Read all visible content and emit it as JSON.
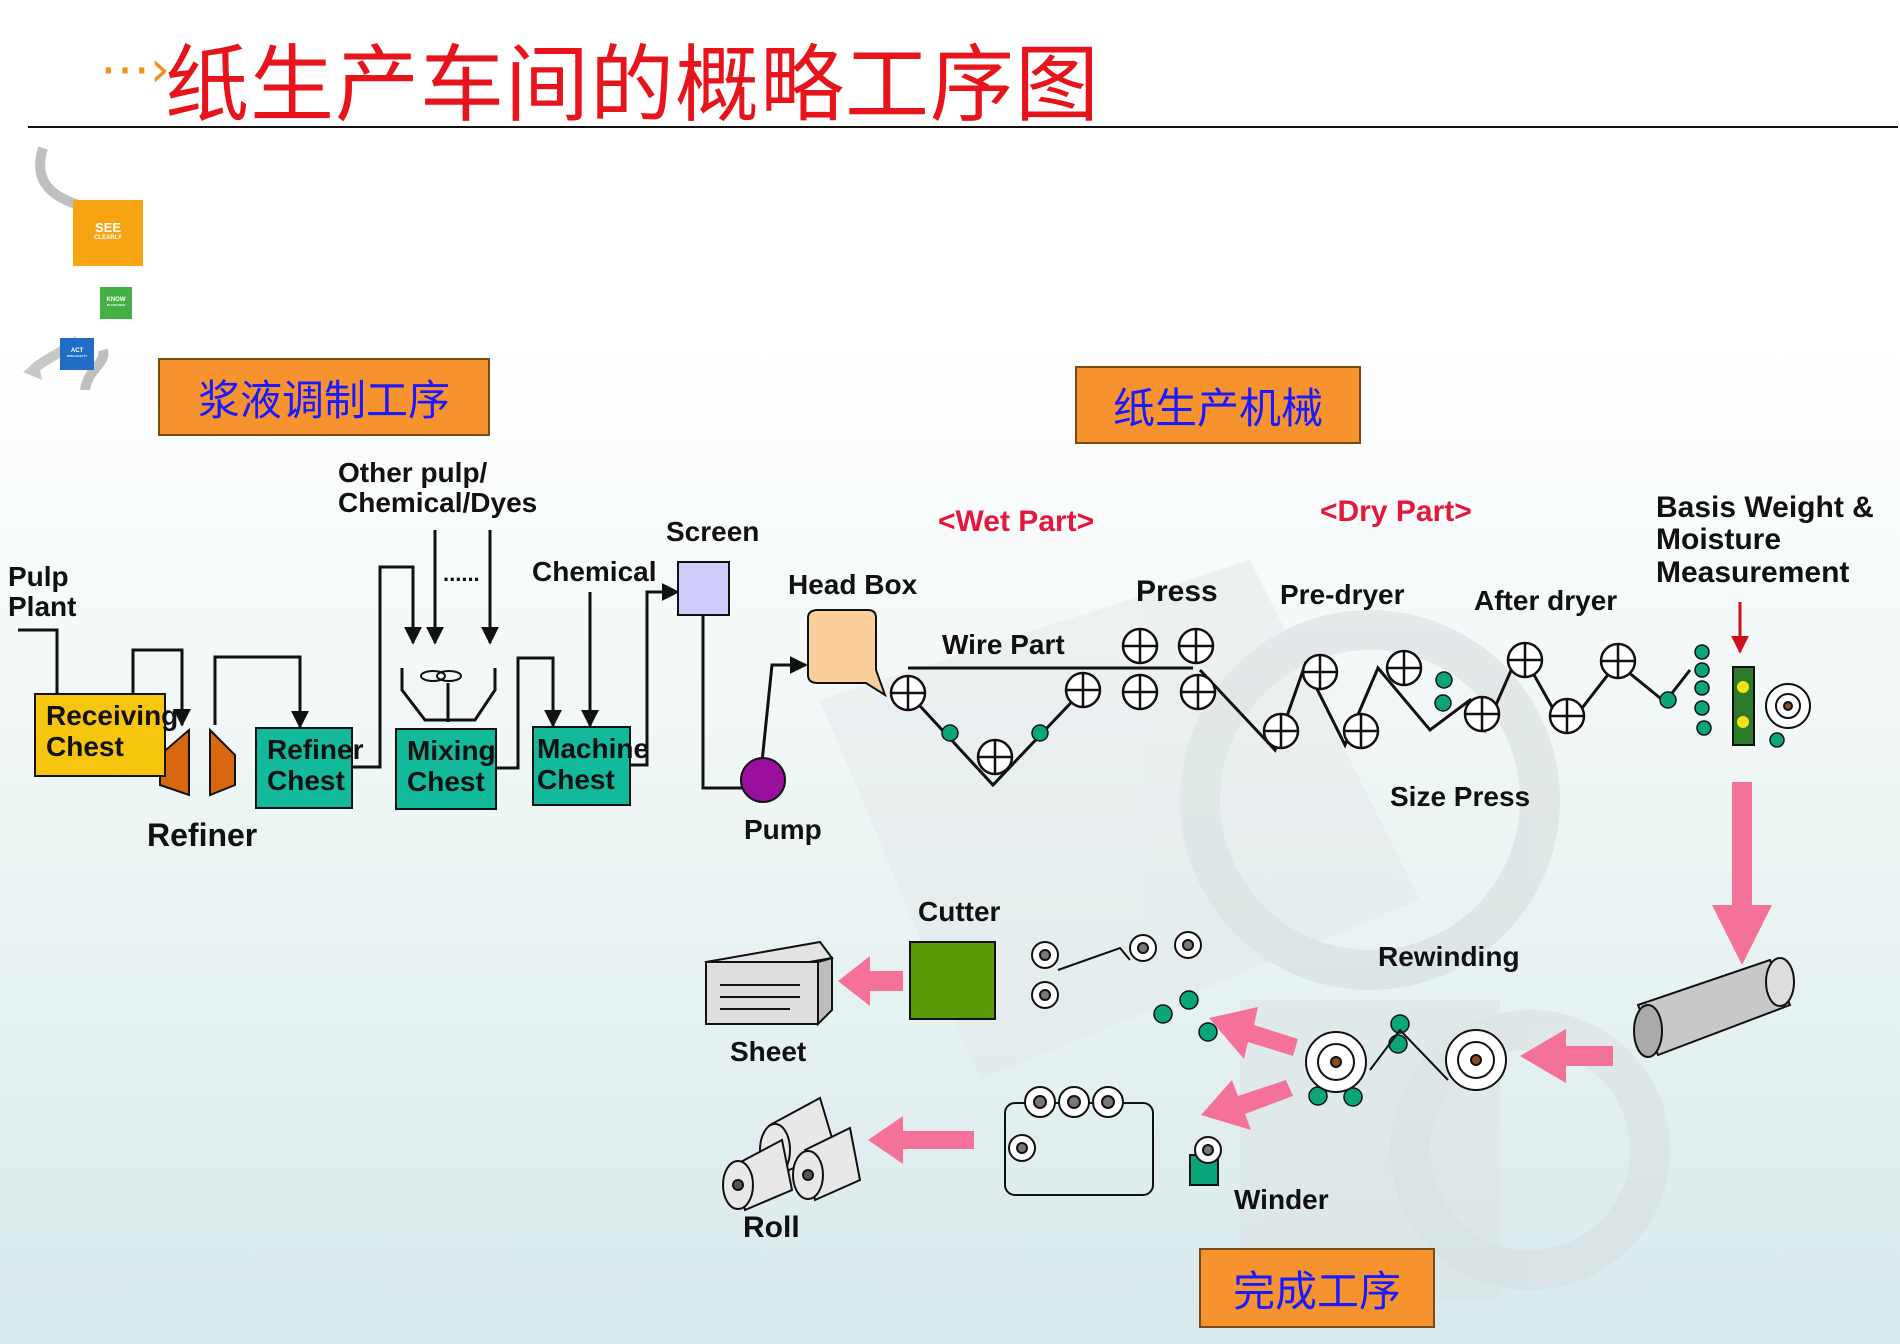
{
  "title": "纸生产车间的概略工序图",
  "title_arrow": "⋯›",
  "logo": {
    "see": "SEE",
    "see_sub": "CLEARLY",
    "know": "KNOW",
    "know_sub": "IN ADVANCE",
    "act": "ACT",
    "act_sub": "WITH AGILITY"
  },
  "sections": {
    "pulp_prep": "浆液调制工序",
    "paper_machine": "纸生产机械",
    "finishing": "完成工序"
  },
  "labels": {
    "pulp_plant": "Pulp\nPlant",
    "receiving_chest": "Receiving\nChest",
    "refiner": "Refiner",
    "refiner_chest": "Refiner\nChest",
    "other_pulp": "Other pulp/\nChemical/Dyes",
    "dots": "......",
    "mixing_chest": "Mixing\nChest",
    "chemical": "Chemical",
    "machine_chest": "Machine\nChest",
    "screen": "Screen",
    "pump": "Pump",
    "head_box": "Head Box",
    "wet_part": "<Wet Part>",
    "dry_part": "<Dry Part>",
    "wire_part": "Wire Part",
    "press": "Press",
    "pre_dryer": "Pre-dryer",
    "after_dryer": "After dryer",
    "size_press": "Size Press",
    "basis_weight": "Basis Weight &\nMoisture\nMeasurement",
    "cutter": "Cutter",
    "sheet": "Sheet",
    "rewinding": "Rewinding",
    "winder": "Winder",
    "roll": "Roll"
  },
  "colors": {
    "title": "#e8141b",
    "section_fill": "#f7932f",
    "section_text": "#1b19ff",
    "teal": "#12b99b",
    "yellow": "#f6c60f",
    "refiner": "#d7680f",
    "screen": "#cdccfb",
    "pump": "#9b0f9e",
    "head_box": "#fbcf9c",
    "green_roll": "#0aa67a",
    "cutter": "#5a9a08",
    "pink_arrow": "#f4729a"
  }
}
